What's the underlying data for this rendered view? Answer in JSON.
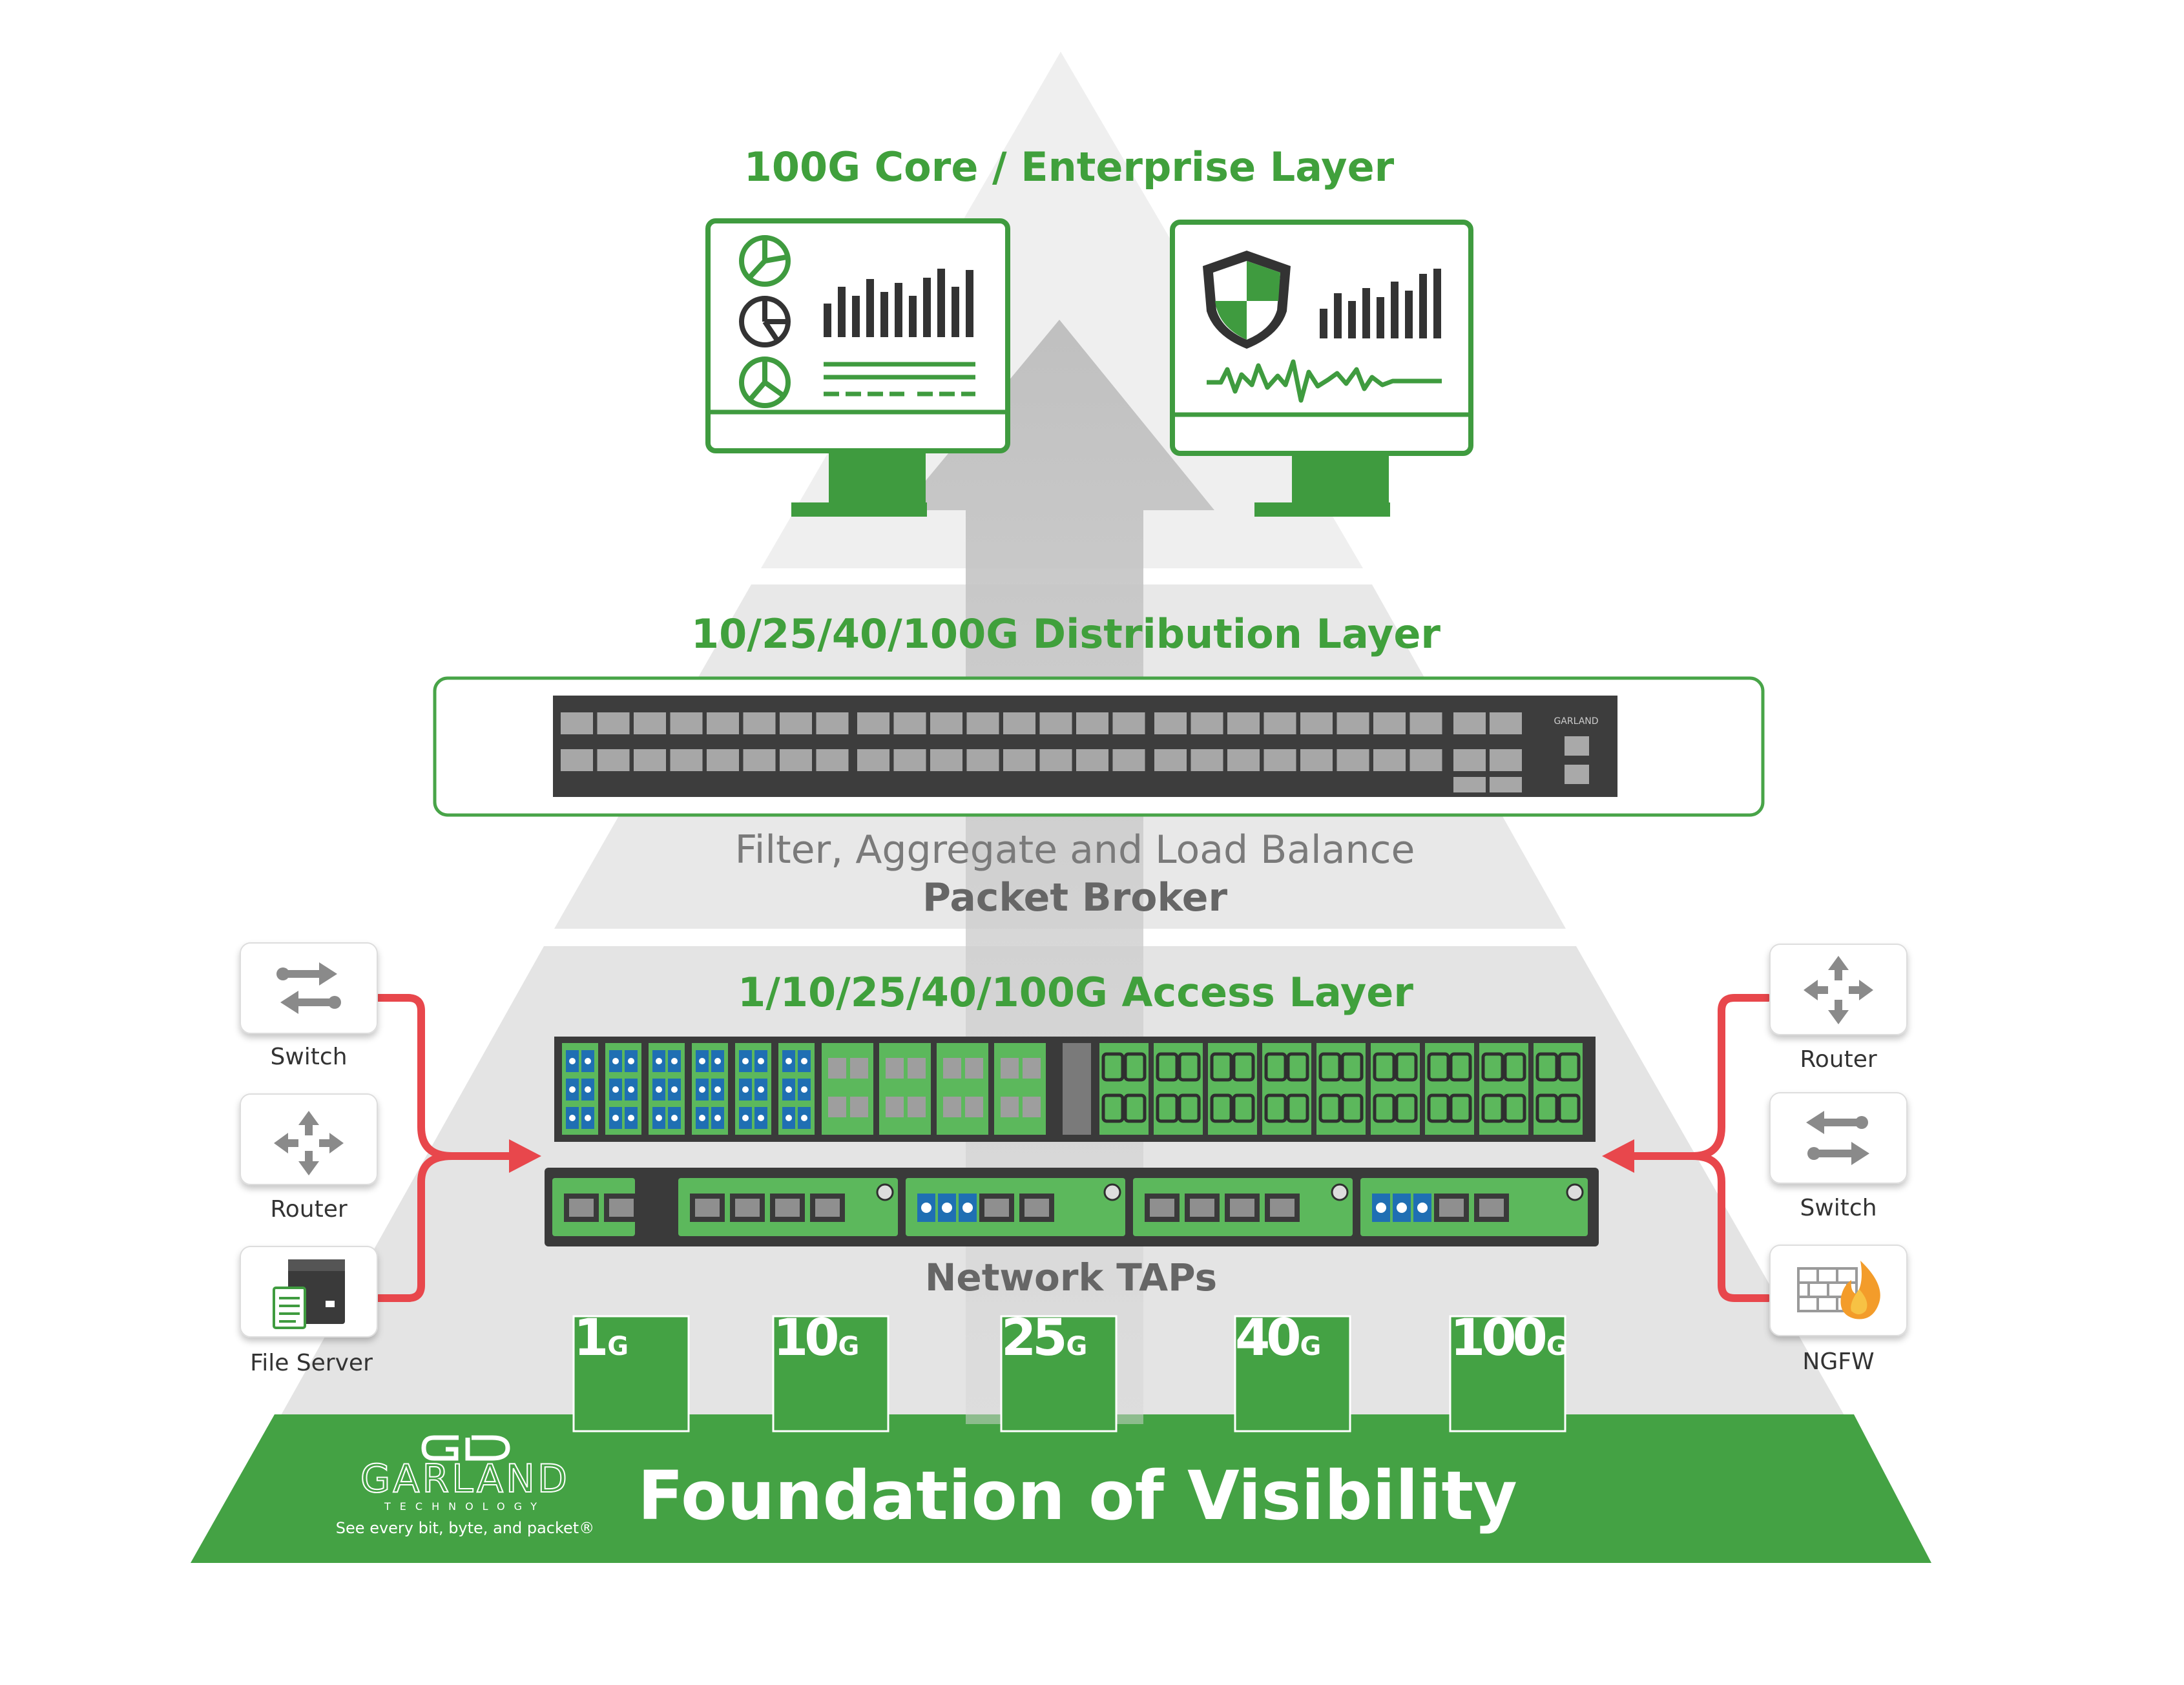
{
  "layers": {
    "core_title": "100G Core / Enterprise Layer",
    "distribution_title": "10/25/40/100G Distribution Layer",
    "broker_subtitle": "Filter, Aggregate and Load Balance",
    "broker_title": "Packet Broker",
    "access_title": "1/10/25/40/100G Access Layer",
    "taps_title": "Network TAPs",
    "foundation_title": "Foundation of Visibility"
  },
  "speeds": [
    {
      "num": "1",
      "unit": "G"
    },
    {
      "num": "10",
      "unit": "G"
    },
    {
      "num": "25",
      "unit": "G"
    },
    {
      "num": "40",
      "unit": "G"
    },
    {
      "num": "100",
      "unit": "G"
    }
  ],
  "left_devices": [
    {
      "label": "Switch",
      "icon": "switch-icon"
    },
    {
      "label": "Router",
      "icon": "router-icon"
    },
    {
      "label": "File Server",
      "icon": "file-server-icon"
    }
  ],
  "right_devices": [
    {
      "label": "Router",
      "icon": "router-icon"
    },
    {
      "label": "Switch",
      "icon": "switch-icon"
    },
    {
      "label": "NGFW",
      "icon": "firewall-icon"
    }
  ],
  "brand": {
    "name": "GARLAND",
    "sub": "TECHNOLOGY",
    "tagline": "See every bit, byte, and packet®",
    "device_badge": "GARLAND"
  },
  "colors": {
    "green": "#3f9b3f",
    "title_green": "#40a03c",
    "gray_text": "#6b6b6b",
    "arrow_red": "#e8474c",
    "pyramid_light": "#efefef",
    "pyramid_mid": "#e3e3e3",
    "pyramid_dark": "#d8d8d8"
  }
}
